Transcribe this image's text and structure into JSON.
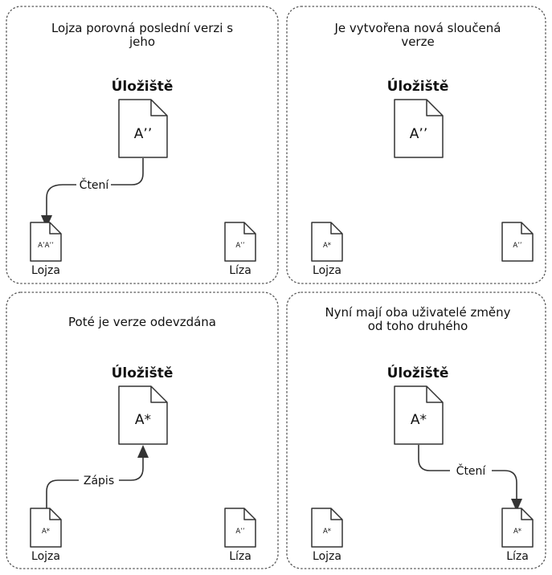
{
  "panels": [
    {
      "title_lines": [
        "Lojza porovná poslední verzi s",
        "jeho"
      ],
      "repository": {
        "label": "Úložiště",
        "doc_text": "A’’"
      },
      "users": [
        {
          "name": "Lojza",
          "doc_text": "A’A’’"
        },
        {
          "name": "Líza",
          "doc_text": "A’’"
        }
      ],
      "arrow": {
        "label": "Čtení"
      }
    },
    {
      "title_lines": [
        "Je vytvořena nová sloučená",
        "verze"
      ],
      "repository": {
        "label": "Úložiště",
        "doc_text": "A’’"
      },
      "users": [
        {
          "name": "Lojza",
          "doc_text": "A*"
        },
        {
          "name": "",
          "doc_text": "A’’"
        }
      ]
    },
    {
      "title_lines": [
        "Poté je verze odevzdána"
      ],
      "repository": {
        "label": "Úložiště",
        "doc_text": "A*"
      },
      "users": [
        {
          "name": "Lojza",
          "doc_text": "A*"
        },
        {
          "name": "Líza",
          "doc_text": "A’’"
        }
      ],
      "arrow": {
        "label": "Zápis"
      }
    },
    {
      "title_lines": [
        "Nyní mají oba uživatelé změny",
        "od toho druhého"
      ],
      "repository": {
        "label": "Úložiště",
        "doc_text": "A*"
      },
      "users": [
        {
          "name": "Lojza",
          "doc_text": "A*"
        },
        {
          "name": "Líza",
          "doc_text": "A*"
        }
      ],
      "arrow": {
        "label": "Čtení"
      }
    }
  ],
  "colors": {
    "stroke": "#333333",
    "border": "#555555",
    "text": "#111111",
    "background": "#ffffff"
  }
}
